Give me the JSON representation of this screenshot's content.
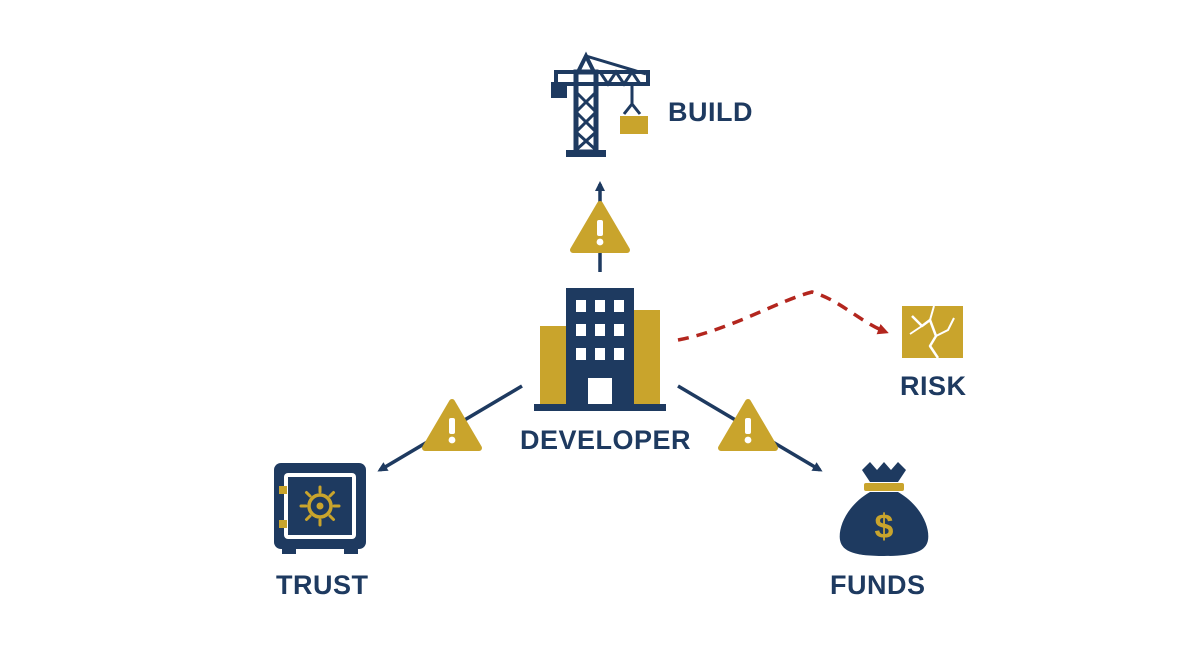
{
  "colors": {
    "navy": "#1e3a60",
    "gold": "#c9a42c",
    "risk_red": "#b3261e",
    "background": "#ffffff"
  },
  "nodes": {
    "build": {
      "label": "BUILD",
      "icon": "crane-icon"
    },
    "developer": {
      "label": "DEVELOPER",
      "icon": "office-building-icon"
    },
    "risk": {
      "label": "RISK",
      "icon": "cracked-tile-icon"
    },
    "trust": {
      "label": "TRUST",
      "icon": "vault-safe-icon"
    },
    "funds": {
      "label": "FUNDS",
      "icon": "money-bag-icon"
    }
  },
  "edges": [
    {
      "from": "developer",
      "to": "build",
      "style": "solid",
      "warning": true
    },
    {
      "from": "developer",
      "to": "trust",
      "style": "solid",
      "warning": true
    },
    {
      "from": "developer",
      "to": "funds",
      "style": "solid",
      "warning": true
    },
    {
      "from": "developer",
      "to": "risk",
      "style": "dashed",
      "warning": false
    }
  ],
  "warning_icon": "warning-triangle-icon",
  "funds_symbol": "$"
}
